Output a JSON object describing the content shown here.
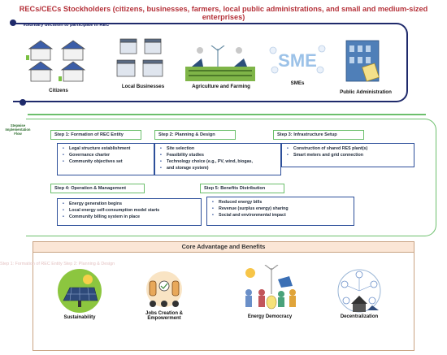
{
  "title": "RECs/CECs Stockholders (citizens, businesses, farmers, local public administrations, and small and medium-sized enterprises)",
  "voluntary_label": "Voluntary decision to participate in REC",
  "stakeholders": [
    {
      "label": "Citizens"
    },
    {
      "label": "Local Businesses"
    },
    {
      "label": "Agriculture and Farming"
    },
    {
      "label": "SMEs"
    },
    {
      "label": "Public Administration"
    }
  ],
  "sme_icon_text": "SME",
  "stepwise_label": "Stepwise Implementation Flow",
  "steps": [
    {
      "title": "Step 1: Formation of REC Entity",
      "items": [
        "Legal structure establishment",
        "Governance charter",
        "Community objectives set"
      ]
    },
    {
      "title": "Step 2: Planning & Design",
      "items": [
        "Site selection",
        "Feasibility studies",
        "Technology choice (e.g., PV, wind, biogas,",
        "and storage system)"
      ]
    },
    {
      "title": "Step 3: Infrastructure Setup",
      "items": [
        "Construction of shared RES plant(s)",
        "Smart meters and grid connection"
      ]
    },
    {
      "title": "Step 4: Operation & Management",
      "items": [
        "Energy generation begins",
        "Local energy self-consumption model starts",
        "Community billing system in place"
      ]
    },
    {
      "title": "Step 5: Benefits Distribution",
      "items": [
        "Reduced energy bills",
        "Revenue (surplus energy) sharing",
        "Social and environmental impact"
      ]
    }
  ],
  "core_title": "Core Advantage and Benefits",
  "ghost_text": "Step 1: Formation of REC Entity     Step 2: Planning & Design",
  "benefits": [
    {
      "label": "Sustainability"
    },
    {
      "label": "Jobs Creation & Empowerment"
    },
    {
      "label": "Energy Democracy"
    },
    {
      "label": "Decentralization"
    }
  ],
  "colors": {
    "title": "#b5323a",
    "navy": "#1f2a6b",
    "green": "#6cbf6c",
    "blue": "#2d4f9a",
    "peach": "#fbe6d6"
  }
}
